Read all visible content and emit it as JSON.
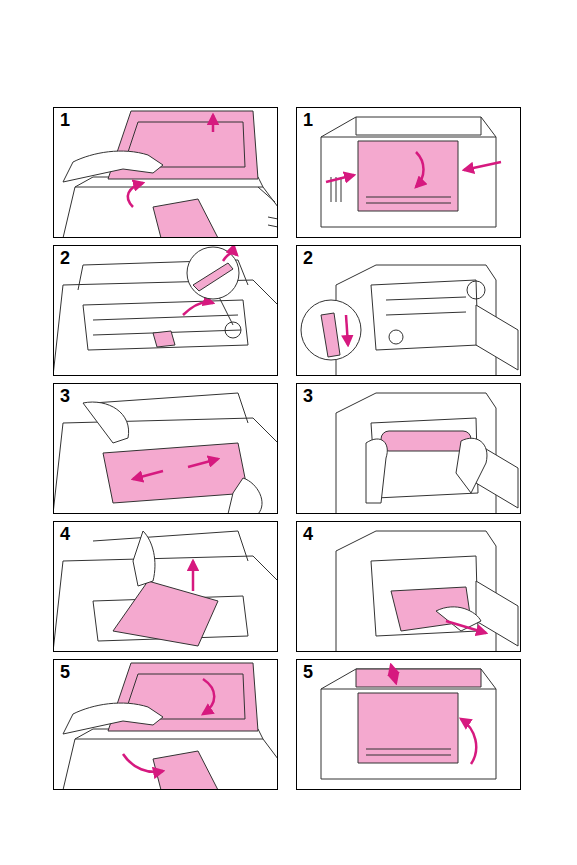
{
  "diagram": {
    "nodes": [
      {
        "text": [
          "1"
        ]
      },
      {
        "text": [
          "2"
        ]
      },
      {
        "text": [
          "3"
        ]
      },
      {
        "text": [
          "4"
        ]
      },
      {
        "text": [
          "5"
        ]
      },
      {
        "text": [
          "1"
        ]
      },
      {
        "text": [
          "2"
        ]
      },
      {
        "text": [
          "3"
        ]
      },
      {
        "text": [
          "4"
        ]
      },
      {
        "text": [
          "5"
        ]
      }
    ]
  }
}
